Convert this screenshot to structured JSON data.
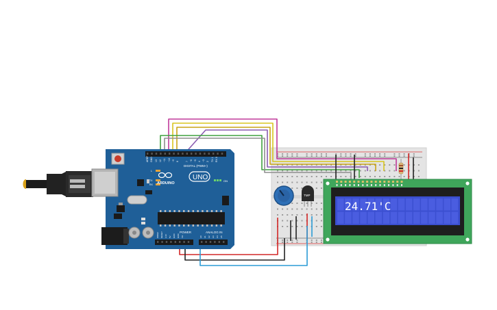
{
  "arduino": {
    "brand": "ARDUINO",
    "model": "UNO",
    "digital_label": "DIGITAL (PWM~)",
    "power_label": "POWER",
    "analog_label": "ANALOG IN",
    "led_l": "L",
    "led_tx": "TX",
    "led_rx": "RX",
    "on_label": "ON"
  },
  "sensor": {
    "label": "TMP"
  },
  "lcd": {
    "text": "24.71'C"
  },
  "colors": {
    "board": "#1f5f98",
    "wire_magenta": "#c0399a",
    "wire_yellow": "#d8c51e",
    "wire_purple": "#8a5bb0",
    "wire_green": "#3fa13f",
    "wire_red": "#d22626",
    "wire_black": "#222222",
    "wire_blue": "#2a9bd6",
    "lcd_screen": "#3b4fd0",
    "lcd_pcb": "#3fa65b"
  }
}
